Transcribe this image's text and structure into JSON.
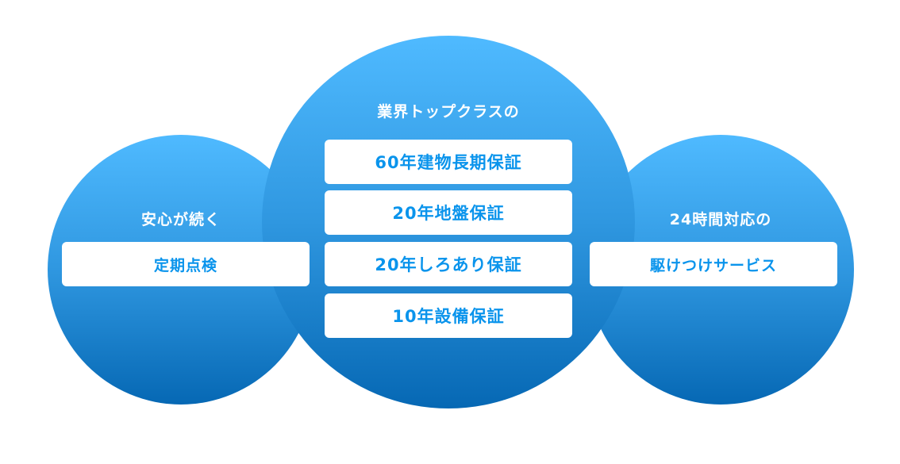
{
  "left": {
    "heading": "安心が続く",
    "items": [
      "定期点検"
    ]
  },
  "center": {
    "heading": "業界トップクラスの",
    "items": [
      "60年建物長期保証",
      "20年地盤保証",
      "20年しろあり保証",
      "10年設備保証"
    ]
  },
  "right": {
    "heading": "24時間対応の",
    "items": [
      "駆けつけサービス"
    ]
  },
  "colors": {
    "circle_top": "#4fbaff",
    "circle_bottom": "#0668b4",
    "box_text": "#0a94ec"
  }
}
